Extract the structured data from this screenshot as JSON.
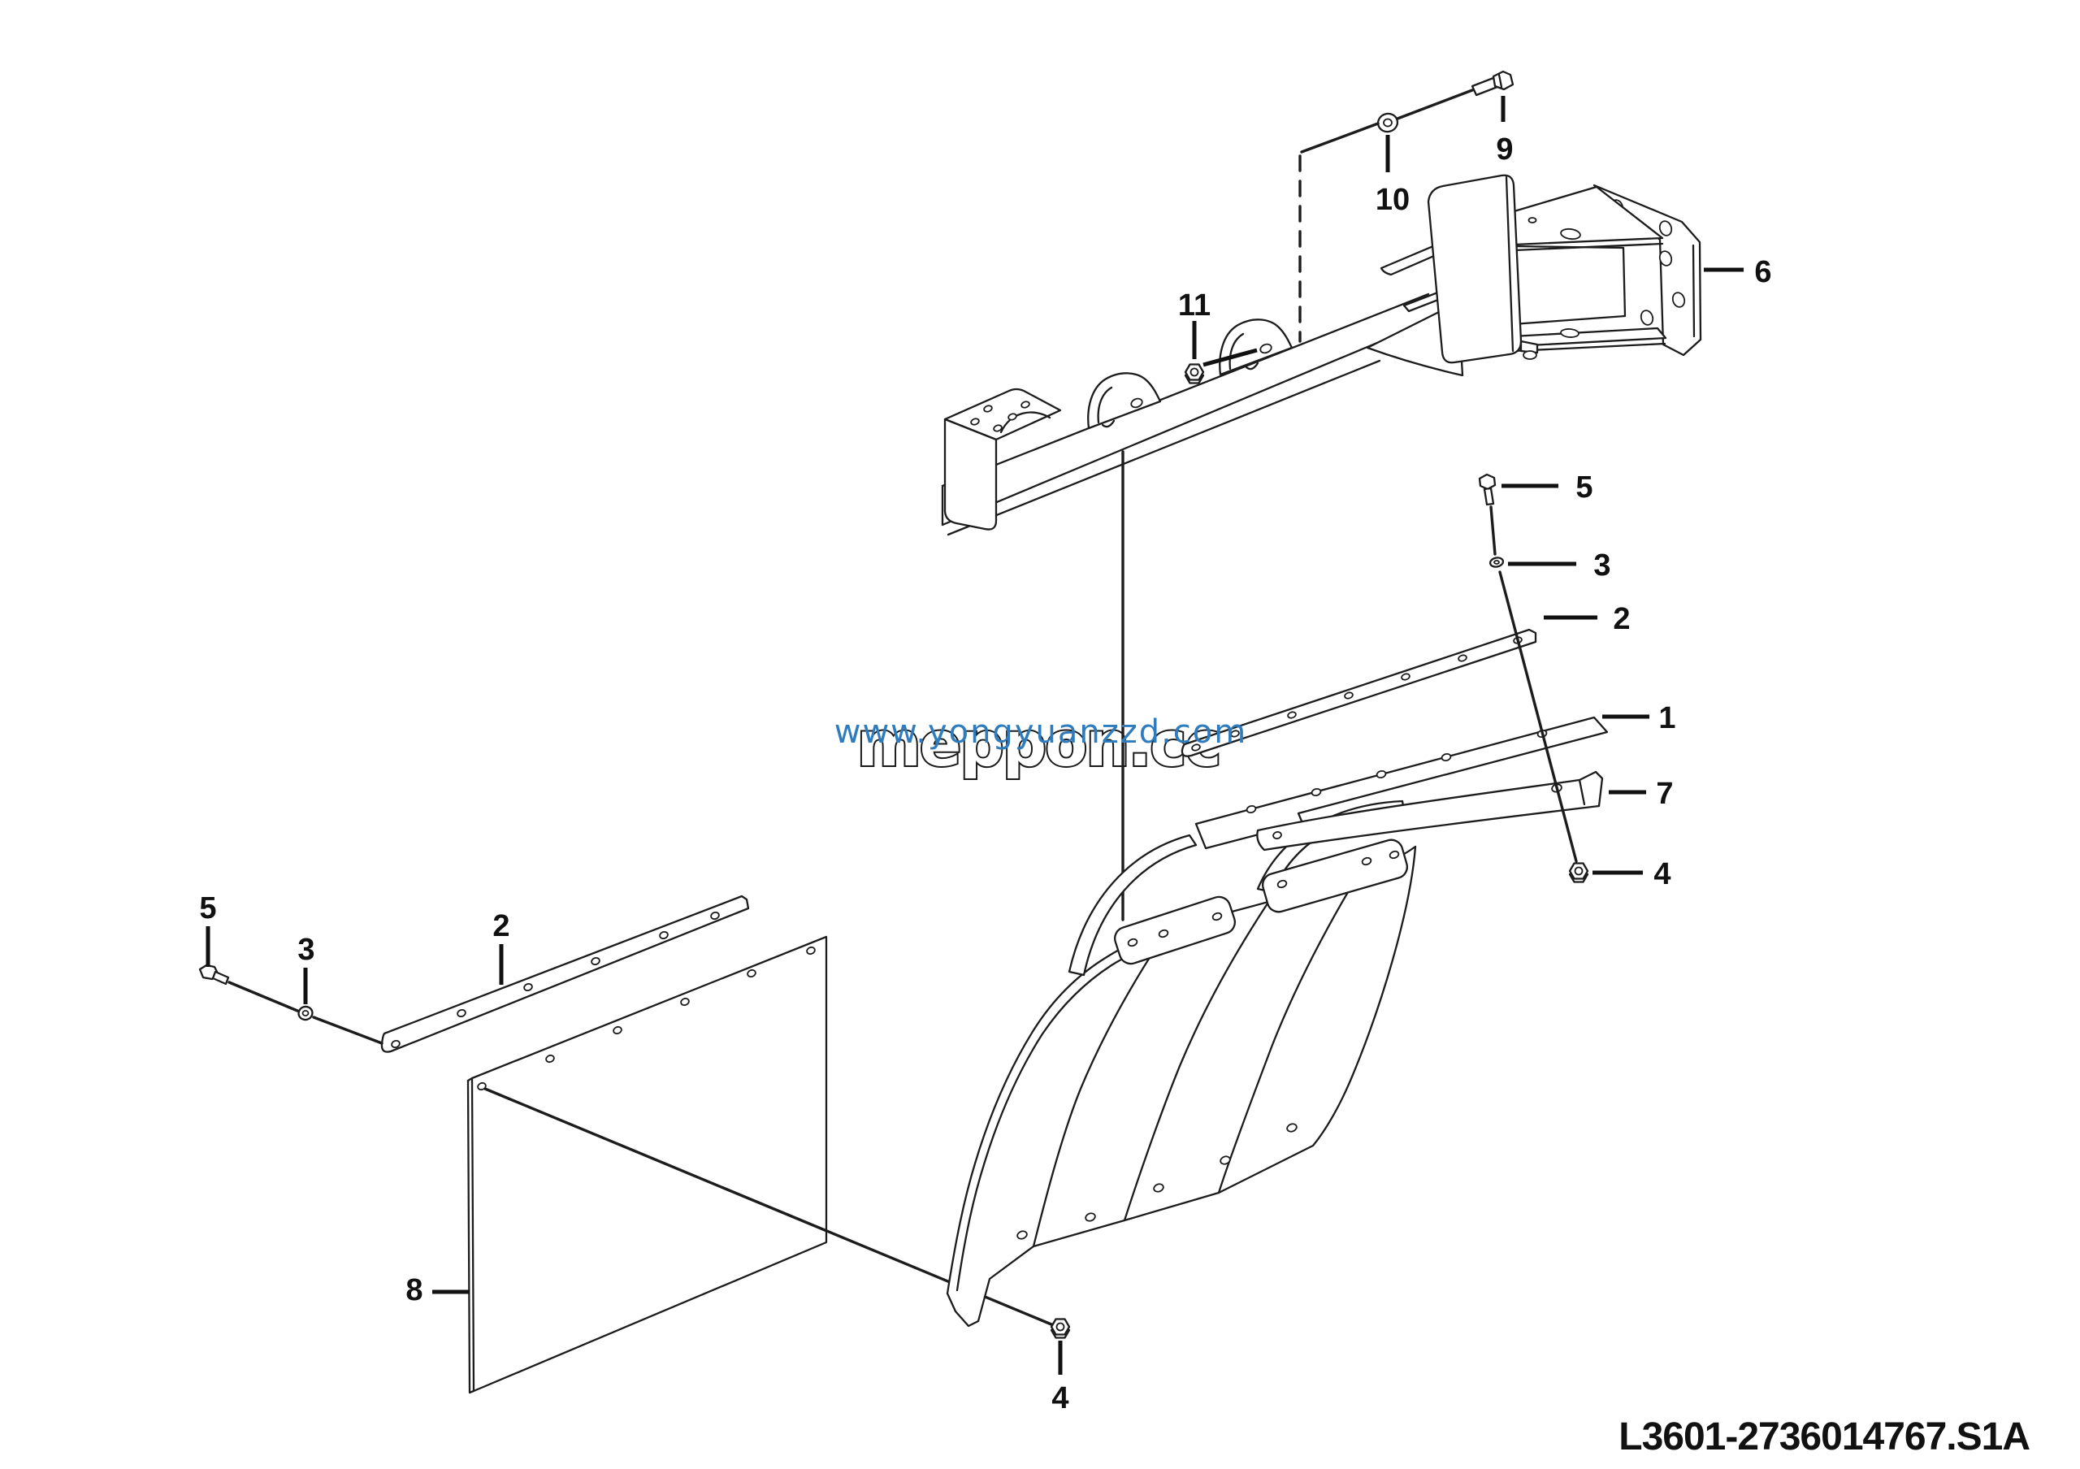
{
  "diagram": {
    "part_code": "L3601-2736014767.S1A",
    "watermark": {
      "blue_text": "www.yongyuanzzd.com",
      "blue_color": "#2e7cbe",
      "outline_text": "meppon.cc"
    },
    "callouts": {
      "c9": "9",
      "c10": "10",
      "c11": "11",
      "c6": "6",
      "c5r": "5",
      "c3r": "3",
      "c2r": "2",
      "c1": "1",
      "c7": "7",
      "c4r": "4",
      "c5l": "5",
      "c3l": "3",
      "c2l": "2",
      "c8": "8",
      "c4b": "4"
    },
    "colors": {
      "line": "#1c1c1c",
      "background": "#ffffff"
    }
  }
}
